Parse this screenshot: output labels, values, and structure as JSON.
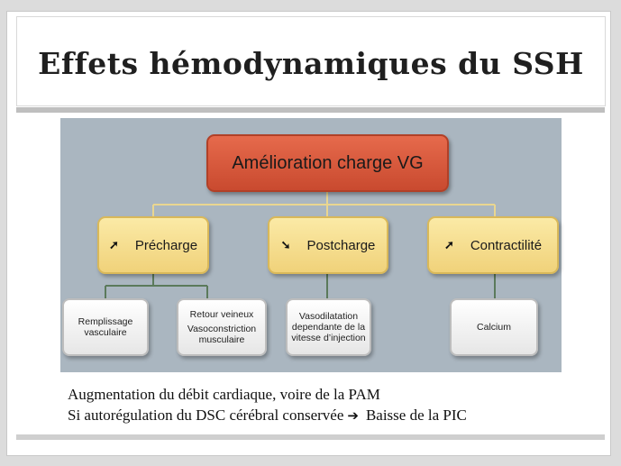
{
  "title": "Effets hémodynamiques du SSH",
  "diagram": {
    "root": "Amélioration charge VG",
    "branches": [
      {
        "arrow": "up-right-arrow-icon",
        "arrow_glyph": "➚",
        "label": "Précharge"
      },
      {
        "arrow": "down-right-arrow-icon",
        "arrow_glyph": "➘",
        "label": "Postcharge"
      },
      {
        "arrow": "up-right-arrow-icon",
        "arrow_glyph": "➚",
        "label": "Contractilité"
      }
    ],
    "leaves": [
      {
        "line1": "Remplissage",
        "line2": "vasculaire",
        "line3": ""
      },
      {
        "line1": "Retour veineux",
        "line2": "Vasoconstriction",
        "line3": "musculaire"
      },
      {
        "line1": "Vasodilatation",
        "line2": "dependante de la",
        "line3": "vitesse d’injection"
      },
      {
        "line1": "Calcium",
        "line2": "",
        "line3": ""
      }
    ]
  },
  "caption": {
    "line1": "Augmentation du débit cardiaque, voire de la PAM",
    "line2_before": "Si autorégulation du DSC cérébral conservée",
    "line2_arrow": "➔",
    "line2_after": "Baisse de la PIC"
  }
}
